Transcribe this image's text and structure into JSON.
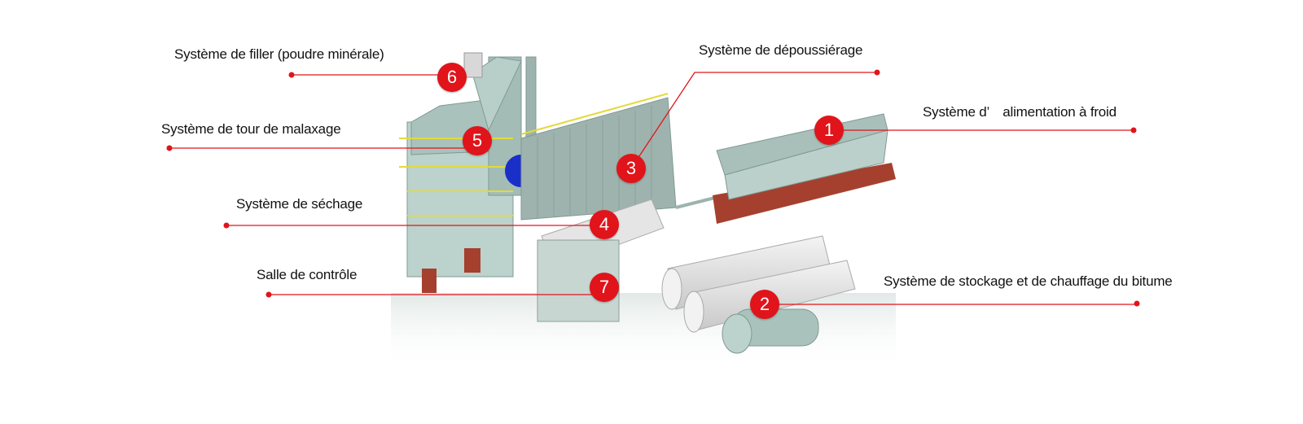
{
  "callouts": [
    {
      "number": "6",
      "label": "Système de filler (poudre minérale)"
    },
    {
      "number": "5",
      "label": "Système de tour de malaxage"
    },
    {
      "number": "4",
      "label": "Système de séchage"
    },
    {
      "number": "7",
      "label": "Salle de contrôle"
    },
    {
      "number": "3",
      "label": "Système de dépoussiérage"
    },
    {
      "number": "1",
      "label": "Système d’　alimentation à froid"
    },
    {
      "number": "2",
      "label": "Système de stockage et de chauffage du bitume"
    }
  ],
  "colors": {
    "accent": "#e0141a",
    "structure": "#b9d0cb",
    "base": "#a5402f",
    "railing": "#e9e25a",
    "fan": "#1a2fc8"
  }
}
